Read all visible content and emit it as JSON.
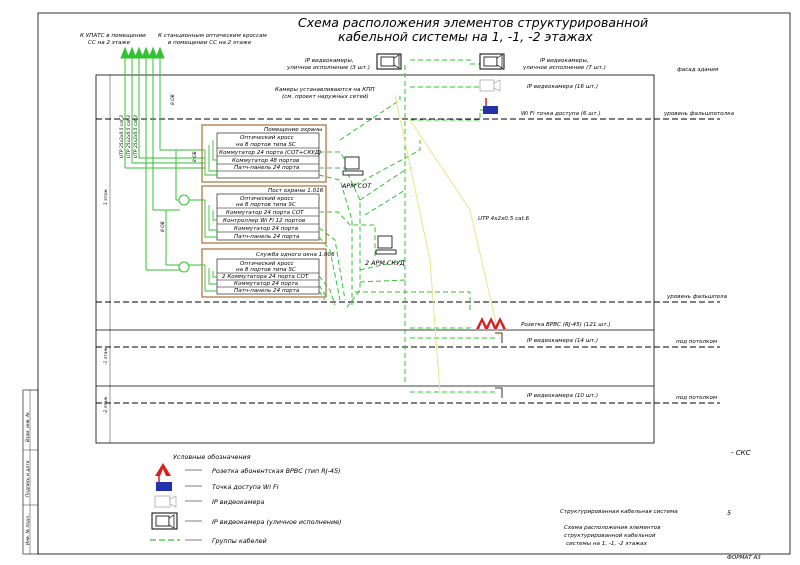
{
  "title": {
    "line1": "Схема расположения элементов структурированной",
    "line2": "кабельной системы на 1, -1, -2 этажах"
  },
  "top_left_notes": {
    "uplink1_l1": "К УПАТС в помещении",
    "uplink1_l2": "СС на 2 этаже",
    "uplink2_l1": "К станционным оптическим кроссам",
    "uplink2_l2": "в помещении СС на 2 этаже"
  },
  "cameras": {
    "street_left": "IP видеокамеры,",
    "street_left_2": "уличное исполнение (3 шт.)",
    "street_right": "IP видеокамеры,",
    "street_right_2": "уличное исполнение (7 шт.)",
    "kpp_1": "Камеры устанавливаются на КПП",
    "kpp_2": "(см. проект наружных сетей)",
    "floor1": "IP видеокамера (16 шт.)",
    "floor_m1": "IP видеокамера (14 шт.)",
    "floor_m2": "IP видеокамера (10 шт.)"
  },
  "wifi_label": "Wi Fi точка доступа (6 шт.)",
  "socket_label": "Розетка ВРВС (RJ-45) (121 шт.)",
  "cable_label": "UTP 4х2х0.5 cat.6",
  "levels": {
    "facade": "фасад здания",
    "false_floor_level": "уровень фальшпотолка",
    "floor_level": "уровень фальшпола",
    "under_ceiling_1": "под потолком",
    "under_ceiling_2": "под потолком"
  },
  "floor_markers": {
    "f1": "1 этаж",
    "fm1": "-1 этаж",
    "fm2": "-2 этаж"
  },
  "riser_labels": {
    "utp1": "UTP 25х2х0.5 cat.3",
    "utp2": "UTP 25х2х0.5 cat.3",
    "utp3": "UTP 25х2х0.5 cat.3",
    "ocs1": "8 ОВ",
    "ocs2": "8 ОВ",
    "ocs3": "8 ОВ"
  },
  "rooms": [
    {
      "name": "Помещение охраны",
      "items": [
        "Оптический кросс",
        "на 8 портов типа SC",
        "Коммутатор 24 порта (СОТ+СКУД)",
        "Коммутатор 48 портов",
        "Патч-панель 24 порта"
      ]
    },
    {
      "name": "Пост охраны 1.016",
      "items": [
        "Оптический кросс",
        "на 8 портов типа SC",
        "Коммутатор 24 порта СОТ",
        "Контроллер Wi Fi 12 портов",
        "Коммутатор 24 порта",
        "Патч-панель 24 порта"
      ]
    },
    {
      "name": "Служба одного окна 1.006",
      "items": [
        "Оптический кросс",
        "на 8 портов типа SC",
        "2 Коммутатора 24 порта СОТ",
        "Коммутатор 24 порта",
        "Патч-панель 24 порта"
      ]
    }
  ],
  "workstations": {
    "sot": "АРМ СОТ",
    "skud": "2 АРМ СКУД"
  },
  "legend": {
    "title": "Условные обозначения",
    "items": [
      "Розетка абонентская ВРВС (тип RJ-45)",
      "Точка доступа Wi Fi",
      "IP видеокамера",
      "IP видеокамера (уличное исполнение)",
      "Группы кабелей"
    ]
  },
  "scs_label": "- СКС",
  "stamp": {
    "doc": "Структурированная кабельная система",
    "sheet": "5",
    "name_1": "Схема расположения элементов",
    "name_2": "структурированной кабельной",
    "name_3": "системы на 1, -1, -2 этажах",
    "format": "ФОРМАТ А3"
  },
  "side_stamp": [
    "Инв. № подл.",
    "Подпись и дата",
    "Взам. инв. №"
  ],
  "colors": {
    "green": "#33c233",
    "frame": "#b07a45",
    "yellow": "#e6e68a",
    "red": "#d42020",
    "blue": "#2233aa"
  }
}
